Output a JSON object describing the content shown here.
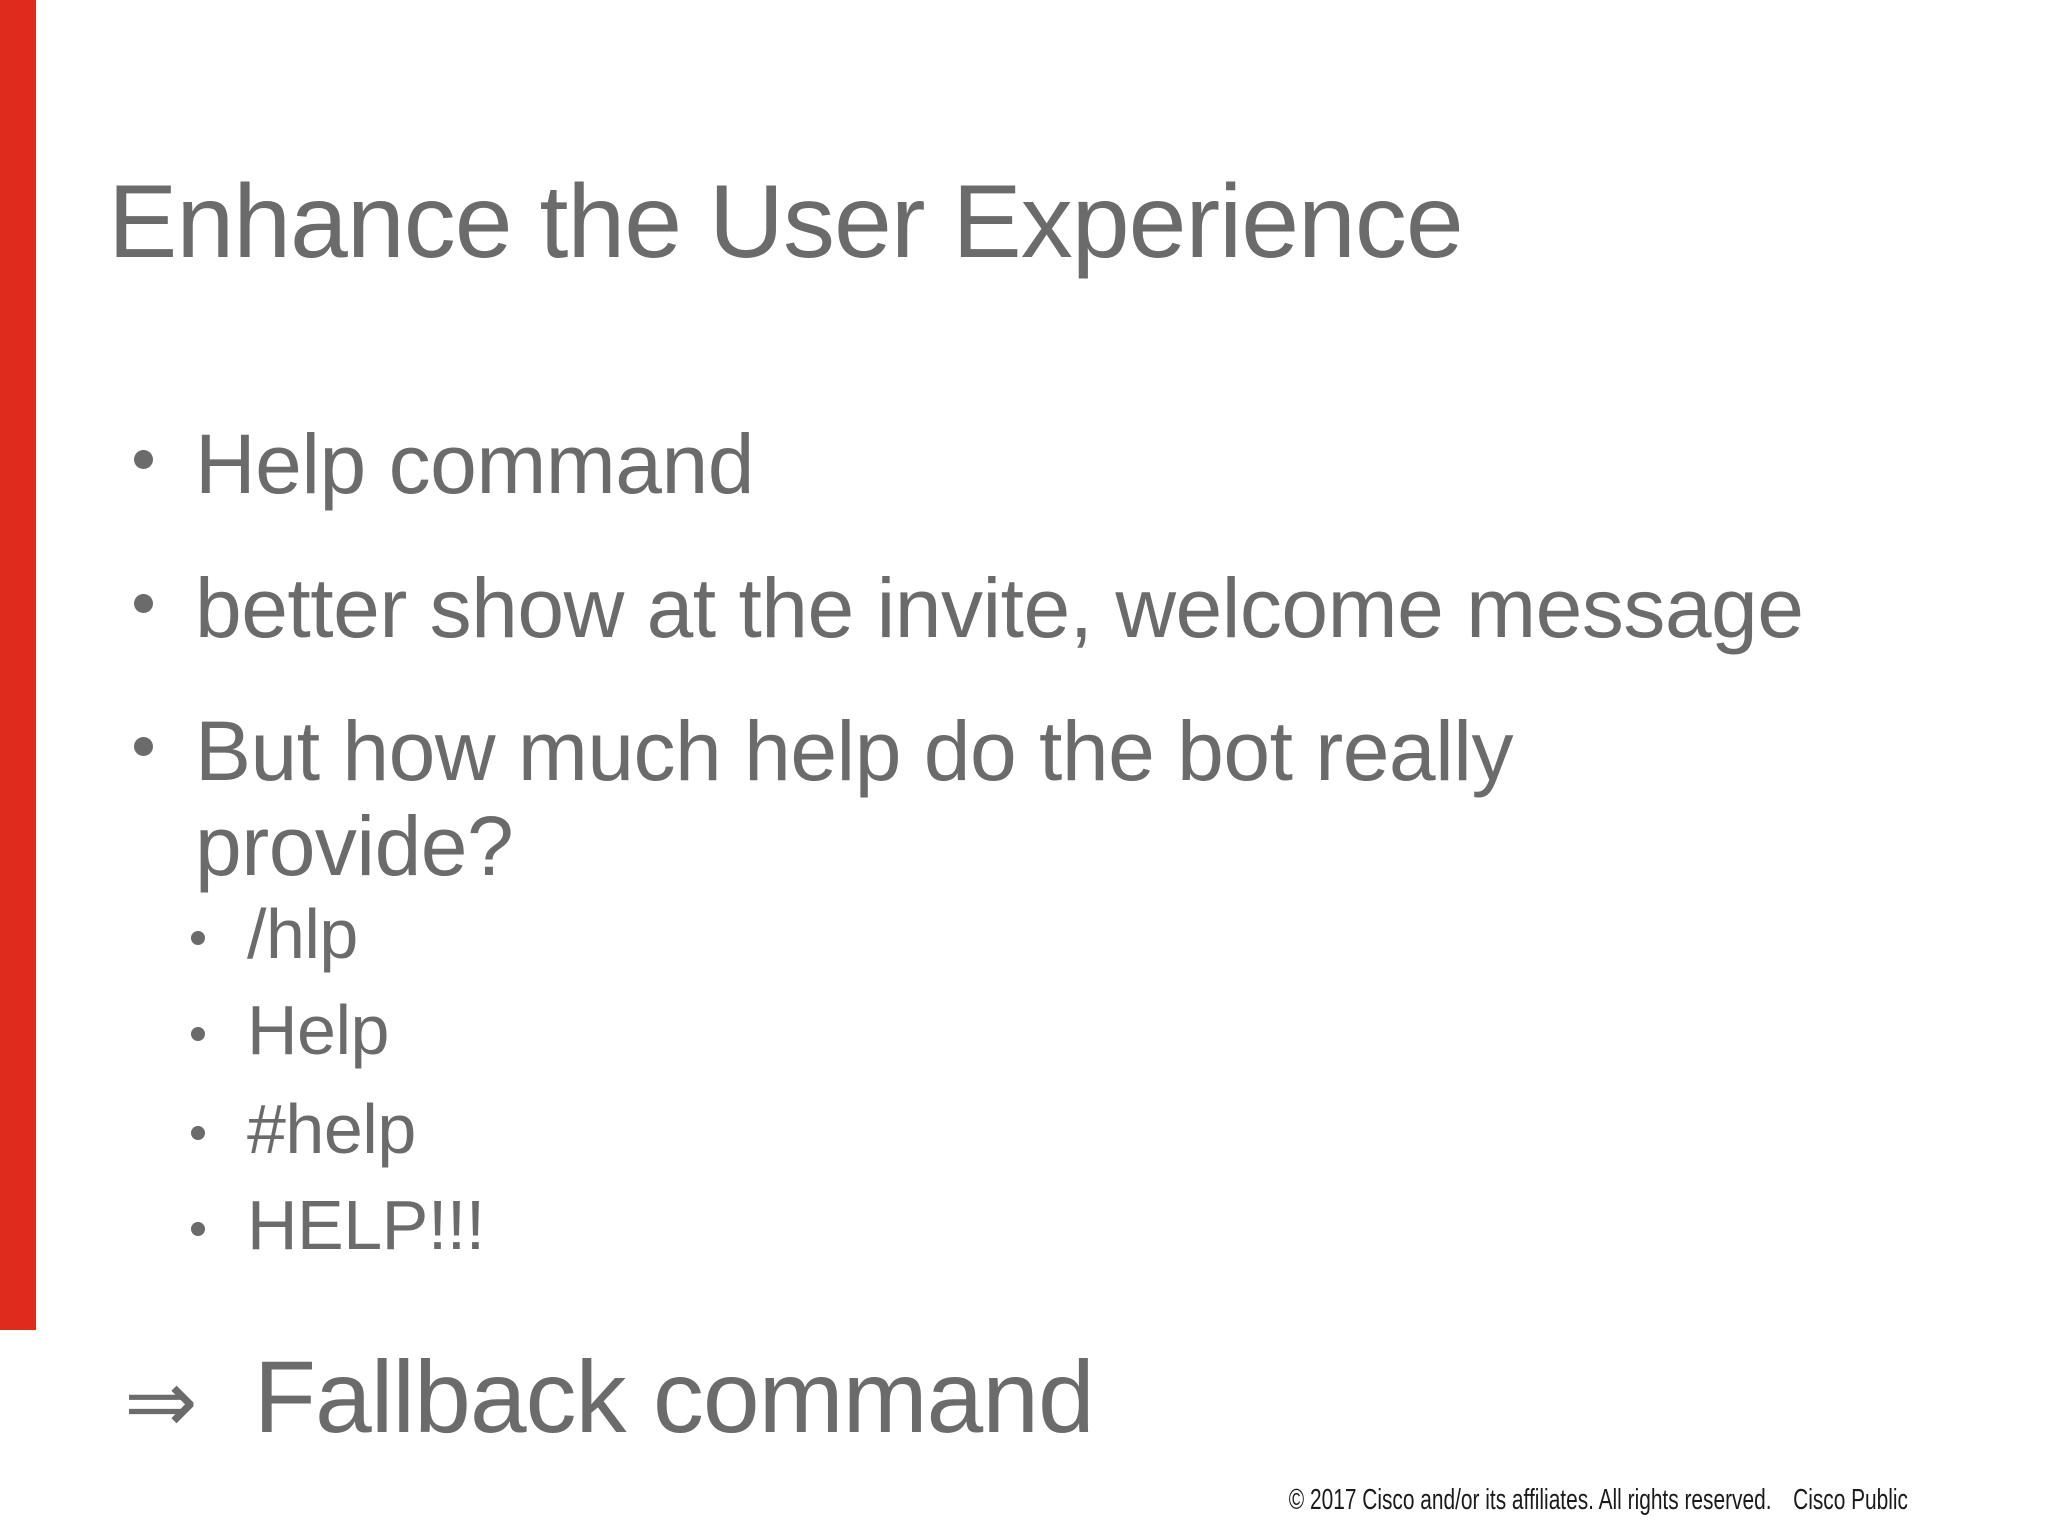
{
  "slide": {
    "title": "Enhance the User Experience",
    "bullets": [
      "Help command",
      "better show at the invite, welcome message",
      "But how much help do the bot really provide?"
    ],
    "sub_bullets": [
      "/hlp",
      "Help",
      "#help",
      "HELP!!!"
    ],
    "conclusion": {
      "arrow_symbol": "⇒",
      "text": "Fallback command"
    },
    "footer": {
      "copyright": "© 2017  Cisco and/or its affiliates. All rights reserved.",
      "classification": "Cisco Public"
    },
    "colors": {
      "accent_bar": "#df2a1e",
      "body_text": "#6b6b6b",
      "footer_text": "#1a1a1a",
      "background": "#ffffff"
    }
  }
}
